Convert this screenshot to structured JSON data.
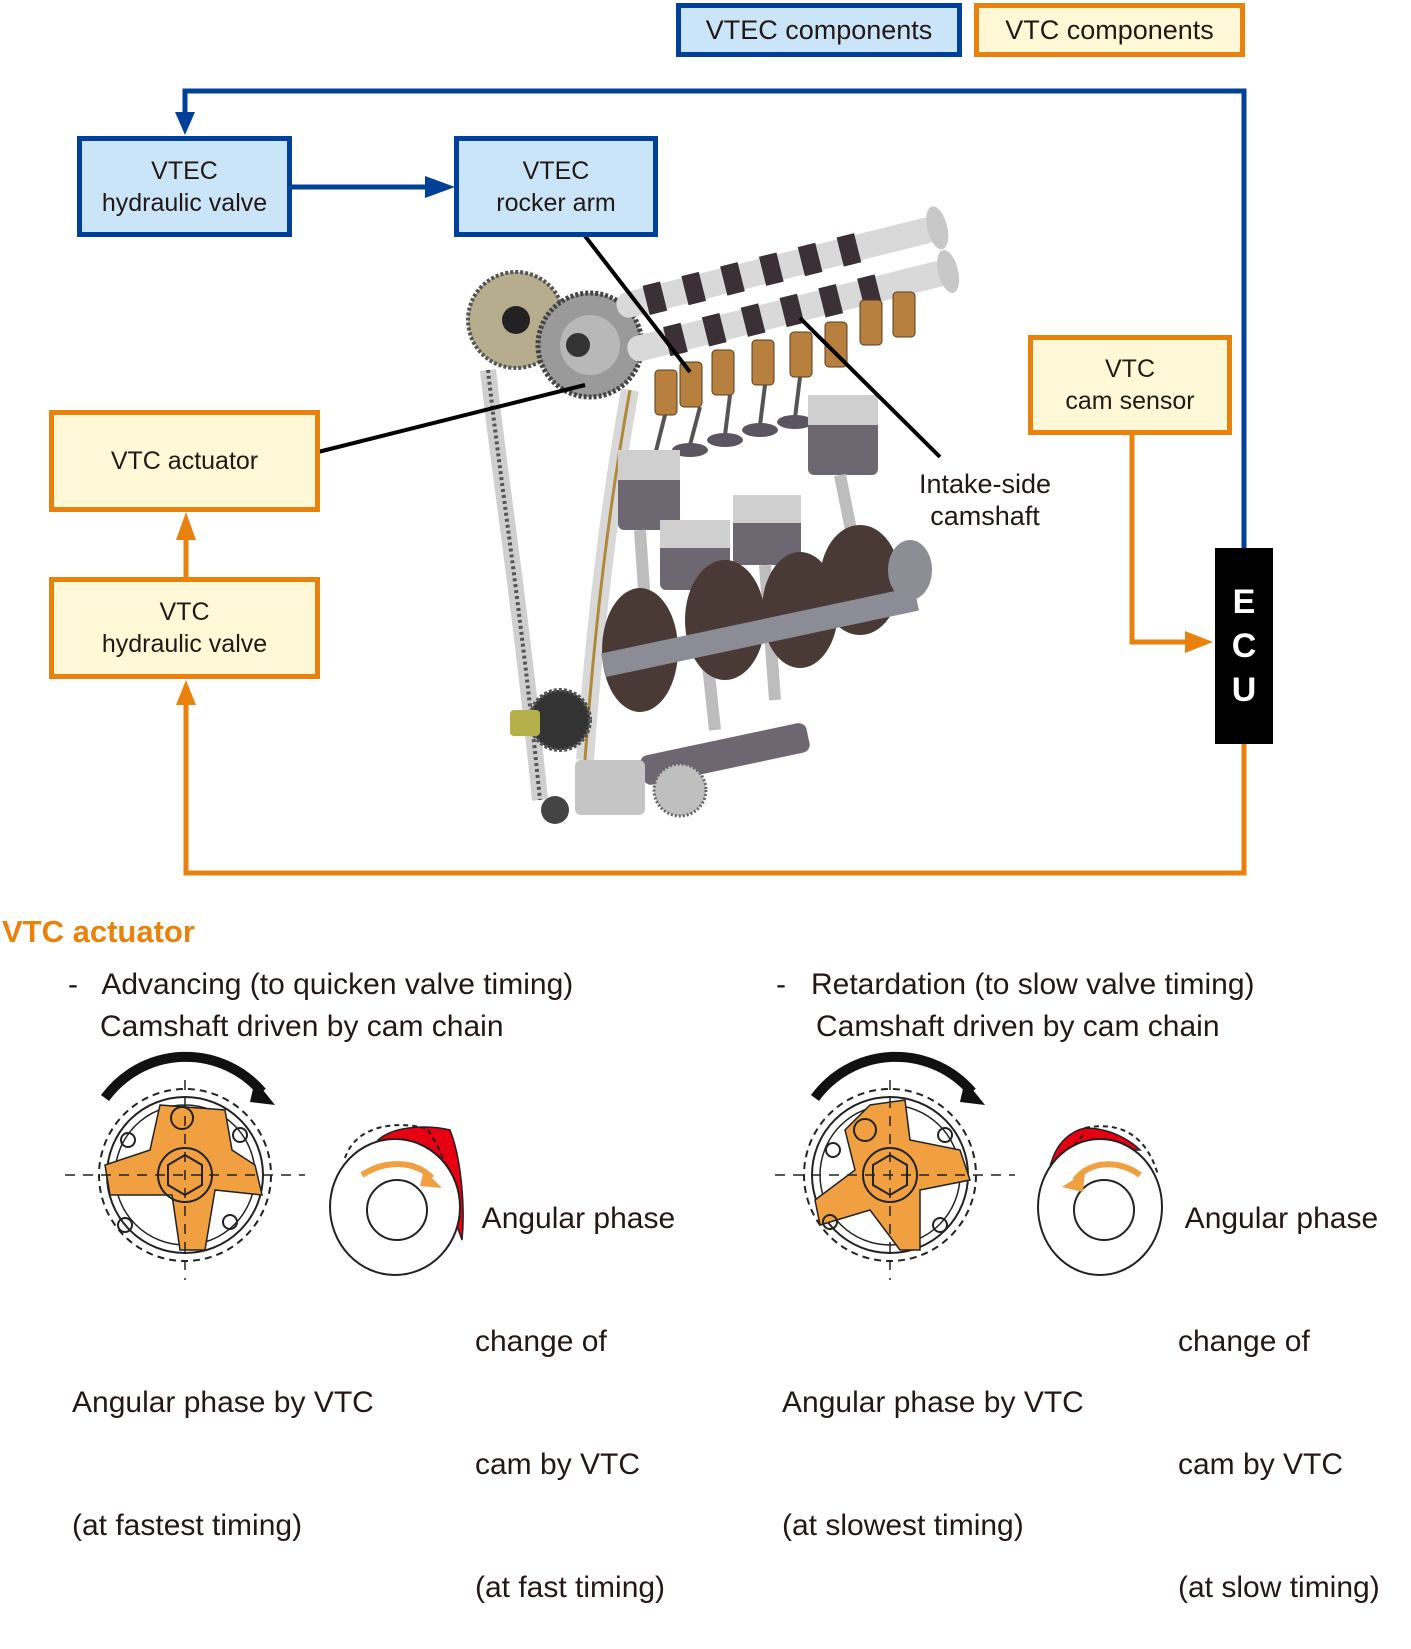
{
  "colors": {
    "vtec_border": "#004098",
    "vtec_fill": "#c9e5f7",
    "vtc_border": "#e8820c",
    "vtc_fill": "#fff8d6",
    "ecu": "#000000",
    "accent_red": "#e60012",
    "actuator_orange": "#f0a040"
  },
  "legend": {
    "vtec": "VTEC components",
    "vtc": "VTC components"
  },
  "boxes": {
    "vtec_hydraulic_valve": {
      "line1": "VTEC",
      "line2": "hydraulic valve"
    },
    "vtec_rocker_arm": {
      "line1": "VTEC",
      "line2": "rocker arm"
    },
    "vtc_actuator": {
      "line1": "VTC actuator"
    },
    "vtc_hydraulic_valve": {
      "line1": "VTC",
      "line2": "hydraulic valve"
    },
    "vtc_cam_sensor": {
      "line1": "VTC",
      "line2": "cam sensor"
    },
    "ecu": {
      "letters": [
        "E",
        "C",
        "U"
      ]
    }
  },
  "callouts": {
    "intake_camshaft": {
      "line1": "Intake-side",
      "line2": "camshaft"
    }
  },
  "section": {
    "title": "VTC actuator",
    "advancing": {
      "bullet": "-   Advancing (to quicken valve timing)",
      "sub": "Camshaft driven by cam chain",
      "cam_caption": [
        " Angular phase",
        "change of",
        "cam by VTC",
        "(at fast timing)"
      ],
      "gear_caption": [
        "Angular phase by VTC",
        "(at fastest timing)"
      ]
    },
    "retardation": {
      "bullet": "-   Retardation (to slow valve timing)",
      "sub": "Camshaft driven by cam chain",
      "cam_caption": [
        " Angular phase",
        "change of",
        "cam by VTC",
        "(at slow timing)"
      ],
      "gear_caption": [
        "Angular phase by VTC",
        "(at slowest timing)"
      ]
    }
  }
}
